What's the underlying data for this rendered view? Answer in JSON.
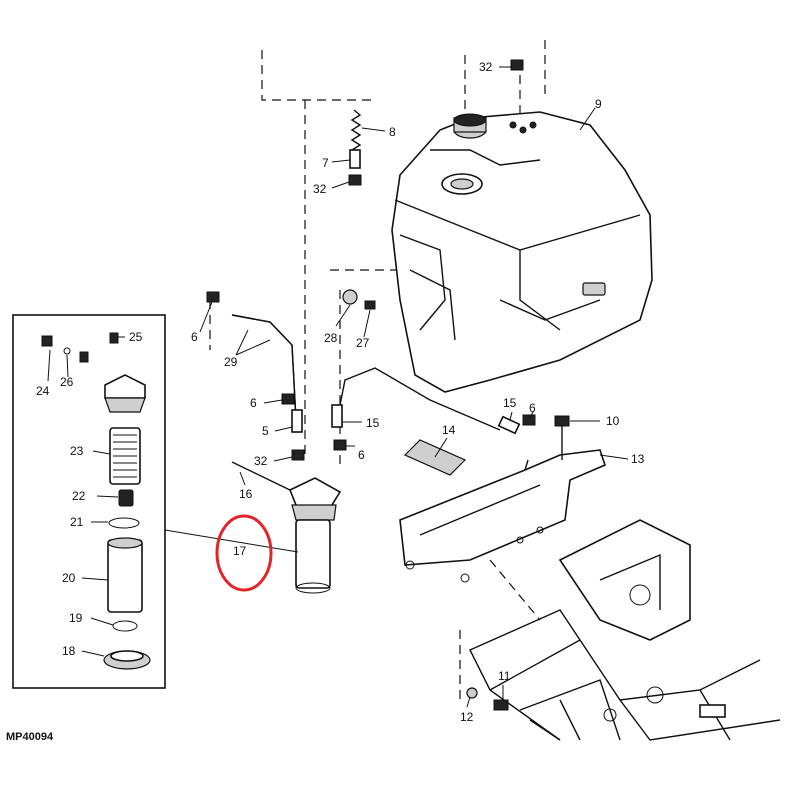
{
  "figure_id": "MP40094",
  "highlight_color": "#e0262a",
  "labels": {
    "l1": "32",
    "l2": "9",
    "l3": "8",
    "l4": "7",
    "l5": "32",
    "l6": "6",
    "l7": "29",
    "l8": "28",
    "l9": "27",
    "l10": "6",
    "l11": "5",
    "l12": "15",
    "l13": "32",
    "l14": "6",
    "l15": "16",
    "l16": "17",
    "l17": "14",
    "l18": "15",
    "l19": "6",
    "l20": "10",
    "l21": "13",
    "l22": "11",
    "l23": "12",
    "l24": "25",
    "l25": "24",
    "l26": "26",
    "l27": "23",
    "l28": "22",
    "l29": "21",
    "l30": "20",
    "l31": "19",
    "l32": "18"
  }
}
